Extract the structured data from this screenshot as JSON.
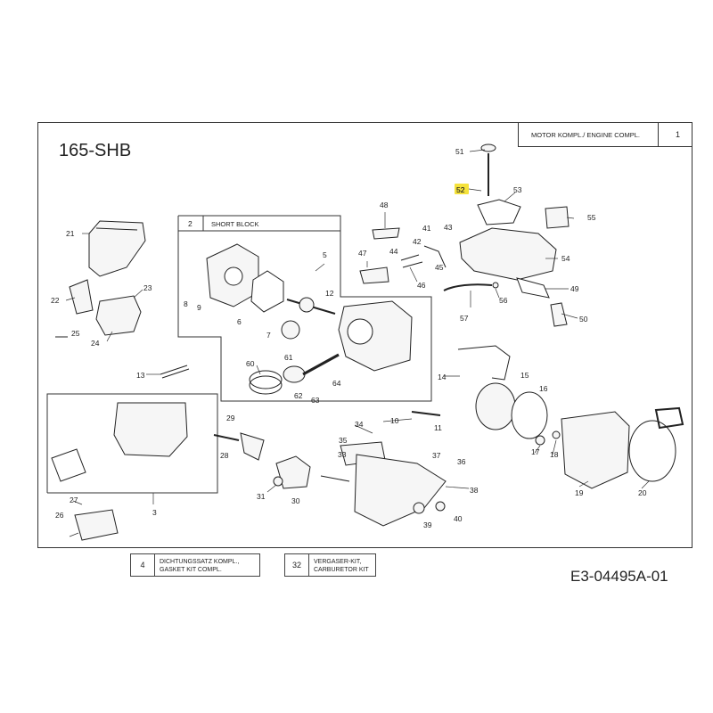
{
  "model": "165-SHB",
  "doc_id": "E3-04495A-01",
  "title_block": {
    "label": "MOTOR KOMPL./ ENGINE COMPL.",
    "number": "1"
  },
  "short_block": {
    "number": "2",
    "label": "SHORT BLOCK"
  },
  "kits": [
    {
      "number": "4",
      "line1": "DICHTUNGSSATZ KOMPL.,",
      "line2": "GASKET KIT COMPL."
    },
    {
      "number": "32",
      "line1": "VERGASER-KIT,",
      "line2": "CARBURETOR KIT"
    }
  ],
  "highlight": {
    "part": "52",
    "color": "#f5e23b"
  },
  "parts": [
    "3",
    "5",
    "6",
    "7",
    "8",
    "9",
    "10",
    "11",
    "12",
    "13",
    "14",
    "15",
    "16",
    "17",
    "18",
    "19",
    "20",
    "21",
    "22",
    "23",
    "24",
    "25",
    "26",
    "27",
    "28",
    "29",
    "30",
    "31",
    "33",
    "34",
    "35",
    "36",
    "37",
    "38",
    "39",
    "40",
    "41",
    "42",
    "43",
    "44",
    "45",
    "46",
    "47",
    "48",
    "49",
    "50",
    "51",
    "52",
    "53",
    "54",
    "55",
    "56",
    "57",
    "60",
    "61",
    "62",
    "63",
    "64"
  ]
}
